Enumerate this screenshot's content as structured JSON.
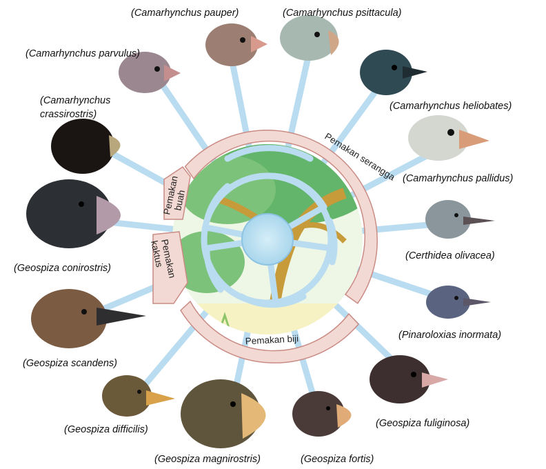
{
  "diet_groups": {
    "insect": "Pemakan serangga",
    "fruit_line1": "Pemakan",
    "fruit_line2": "buah",
    "cactus_line1": "Pemakan",
    "cactus_line2": "kaktus",
    "seed": "Pemakan biji"
  },
  "species": [
    {
      "id": "c-pauper",
      "line1": "(Camarhynchus pauper)",
      "line2": ""
    },
    {
      "id": "c-psittacula",
      "line1": "(Camarhynchus psittacula)",
      "line2": ""
    },
    {
      "id": "c-parvulus",
      "line1": "(Camarhynchus parvulus)",
      "line2": ""
    },
    {
      "id": "c-heliobates",
      "line1": "(Camarhynchus heliobates)",
      "line2": ""
    },
    {
      "id": "c-crassirostris",
      "line1": "(Camarhynchus",
      "line2": "crassirostris)"
    },
    {
      "id": "c-pallidus",
      "line1": "(Camarhynchus pallidus)",
      "line2": ""
    },
    {
      "id": "c-olivacea",
      "line1": "(Certhidea olivacea)",
      "line2": ""
    },
    {
      "id": "g-conirostris",
      "line1": "(Geospiza conirostris)",
      "line2": ""
    },
    {
      "id": "p-inormata",
      "line1": "(Pinaroloxias inormata)",
      "line2": ""
    },
    {
      "id": "g-scandens",
      "line1": "(Geospiza scandens)",
      "line2": ""
    },
    {
      "id": "g-fuliginosa",
      "line1": "(Geospiza fuliginosa)",
      "line2": ""
    },
    {
      "id": "g-difficilis",
      "line1": "(Geospiza difficilis)",
      "line2": ""
    },
    {
      "id": "g-magnirostris",
      "line1": "(Geospiza magnirostris)",
      "line2": ""
    },
    {
      "id": "g-fortis",
      "line1": "(Geospiza fortis)",
      "line2": ""
    }
  ],
  "colors": {
    "branch": "#b9dcf0",
    "branch_edge": "#8cc3e2",
    "band_fill": "#f3d9d4",
    "band_stroke": "#c98b84",
    "tree_green": "#5fb96a",
    "tree_trunk": "#c79a3a",
    "hub": "#bfe3f2"
  }
}
